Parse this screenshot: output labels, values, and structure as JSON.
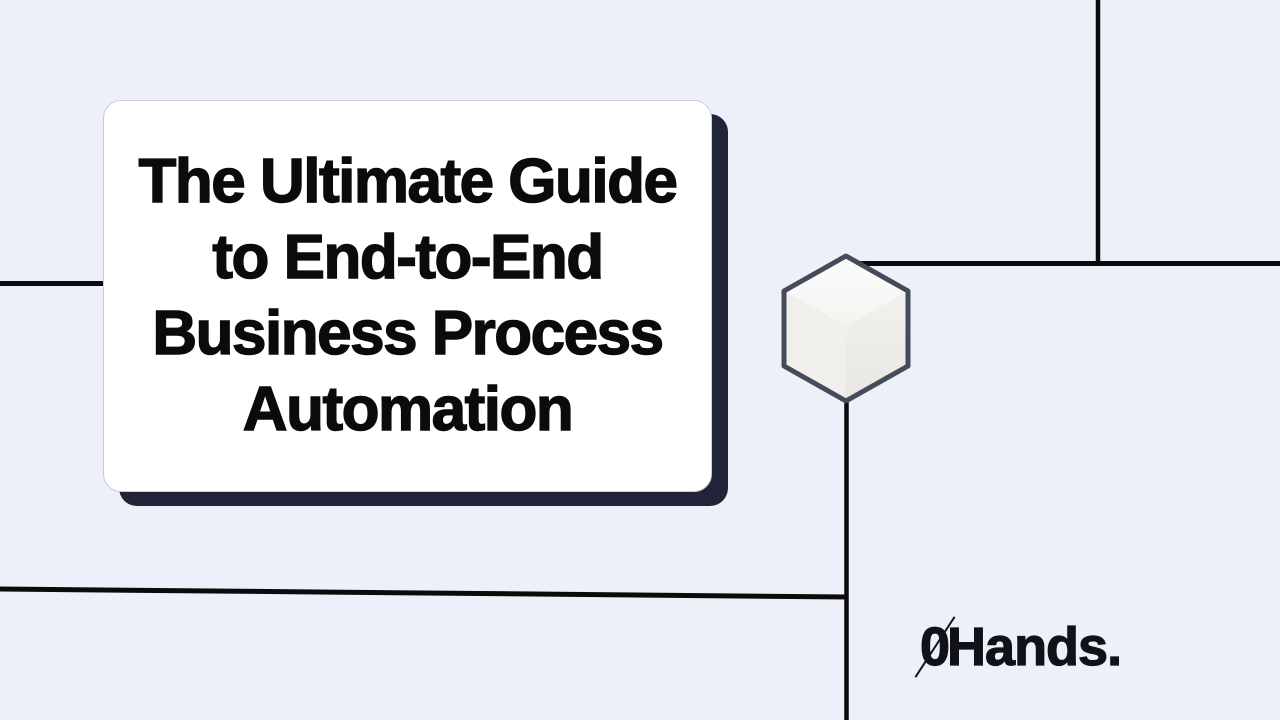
{
  "page": {
    "background_color": "#edf0f8",
    "line_color": "#0b0b0b"
  },
  "card": {
    "title_lines": [
      "The Ultimate Guide",
      "to End-to-End",
      "Business Process",
      "Automation"
    ],
    "background_color": "#ffffff",
    "border_color": "#c9cdd7",
    "shadow_color": "#212438",
    "text_color": "#0b0b0d"
  },
  "cube": {
    "outline_color": "#454b5a",
    "top_face_color": "#fafaf8",
    "left_face_color": "#f0efec",
    "right_face_color": "#e9e8e4"
  },
  "logo": {
    "zero": "0",
    "name": "Hands",
    "dot": ".",
    "color": "#101218"
  }
}
